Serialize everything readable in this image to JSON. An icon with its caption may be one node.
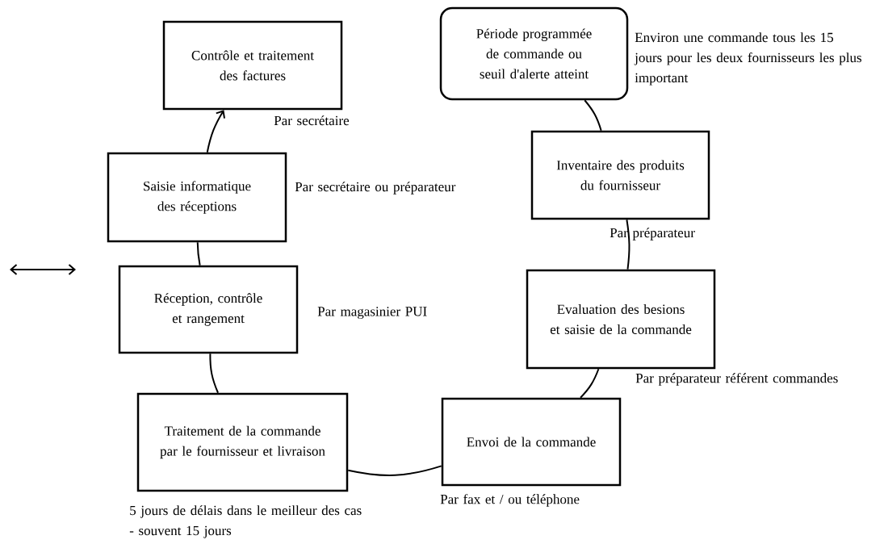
{
  "diagram": {
    "nodes": [
      {
        "text": [
          "Période programmée de commande ou seuil d'alerte atteint"
        ],
        "beside": [
          "Environ une commande tous les 15 jours pour les deux fournisseurs les plus important"
        ]
      },
      {
        "text": [
          "Inventaire des produits du fournisseur"
        ],
        "beside": [
          "Par préparateur"
        ]
      },
      {
        "text": [
          "Evaluation des besions et saisie de la commande"
        ],
        "beside": [
          "Par préparateur référent commandes"
        ]
      },
      {
        "text": [
          "Envoi de la commande"
        ],
        "beside": [
          "Par fax et / ou téléphone"
        ]
      },
      {
        "text": [
          "Traitement de la commande par le fournisseur et livraison"
        ],
        "beside": [
          "5 jours de délais dans le meilleur des cas - souvent 15 jours"
        ]
      },
      {
        "text": [
          "Réception, contrôle et rangement"
        ],
        "beside": [
          "Par magasinier PUI"
        ]
      },
      {
        "text": [
          "Saisie informatique des réceptions"
        ],
        "beside": [
          "Par secrétaire ou préparateur"
        ]
      },
      {
        "text": [
          "Contrôle et traitement des factures"
        ],
        "beside": [
          "Par secrétaire"
        ]
      }
    ],
    "edges": [
      {
        "from": 0,
        "to": 1,
        "arrow": "none"
      },
      {
        "from": 1,
        "to": 2,
        "arrow": "none"
      },
      {
        "from": 2,
        "to": 3,
        "arrow": "none"
      },
      {
        "from": 3,
        "to": 4,
        "arrow": "none"
      },
      {
        "from": 4,
        "to": 5,
        "arrow": "none"
      },
      {
        "from": 5,
        "to": 6,
        "arrow": "none"
      },
      {
        "from": 6,
        "to": 7,
        "arrow": "to"
      }
    ]
  }
}
